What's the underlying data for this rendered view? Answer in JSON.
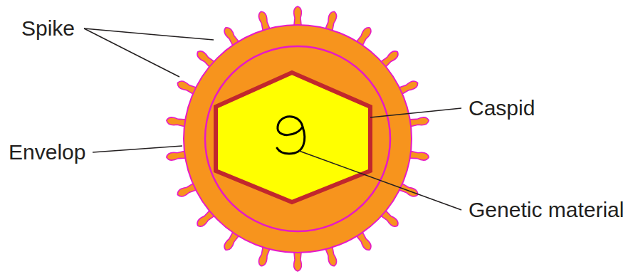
{
  "diagram": {
    "labels": [
      "Spike",
      "Caspid",
      "Envelop",
      "Genetic material"
    ]
  }
}
